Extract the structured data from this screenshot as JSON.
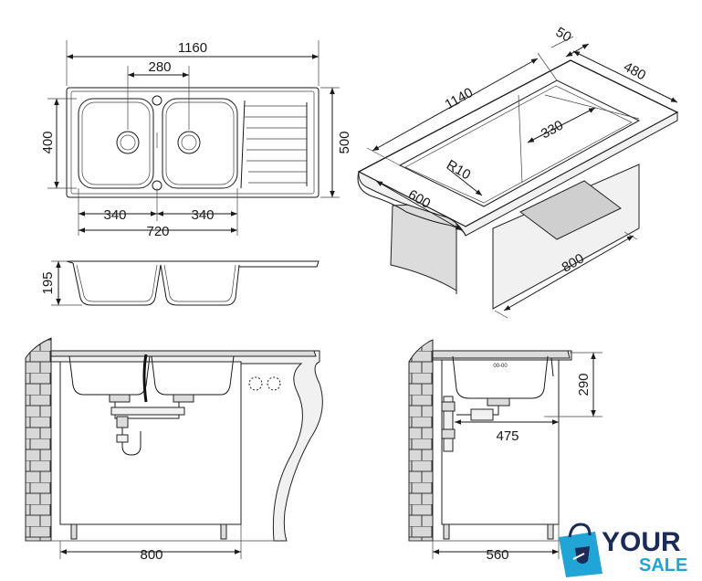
{
  "top_view": {
    "overall_width": "1160",
    "bowl_spacing": "280",
    "depth_total": "500",
    "bowl_depth": "400",
    "bowl_width_left": "340",
    "bowl_width_right": "340",
    "bowls_total": "720"
  },
  "side_view": {
    "bowl_height": "195"
  },
  "iso_view": {
    "top_length": "1140",
    "edge_thickness": "50",
    "top_depth": "480",
    "inner_offset": "330",
    "corner_radius": "R10",
    "cabinet_depth": "600",
    "cabinet_width": "800"
  },
  "front_install": {
    "cabinet_width": "800"
  },
  "side_install": {
    "height": "290",
    "drain_offset": "475",
    "cabinet_depth": "560",
    "bowl_label": "00-00"
  },
  "logo": {
    "line1": "YOUR",
    "line2": "SALE",
    "colors": {
      "navy": "#1b2a57",
      "blue": "#21a4d6"
    }
  }
}
